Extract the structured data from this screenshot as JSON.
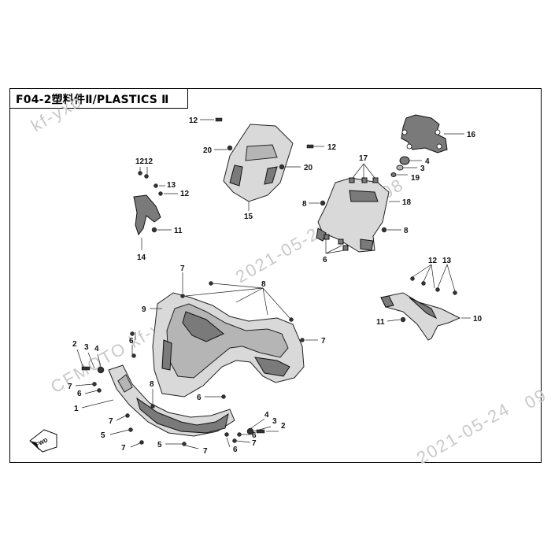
{
  "title": "F04-2塑料件Ⅱ/PLASTICS Ⅱ",
  "watermarks": [
    "kf-yxb",
    "2021-05-24 09:00:08",
    "CFMOTO kf-yxb",
    "2021-05-24",
    "09"
  ],
  "fwd_label": "FWD",
  "callouts": [
    {
      "id": "c12a",
      "text": "12"
    },
    {
      "id": "c20a",
      "text": "20"
    },
    {
      "id": "c12b",
      "text": "12"
    },
    {
      "id": "c20b",
      "text": "20"
    },
    {
      "id": "c15",
      "text": "15"
    },
    {
      "id": "c16",
      "text": "16"
    },
    {
      "id": "c4a",
      "text": "4"
    },
    {
      "id": "c3a",
      "text": "3"
    },
    {
      "id": "c19",
      "text": "19"
    },
    {
      "id": "c17",
      "text": "17"
    },
    {
      "id": "c18",
      "text": "18"
    },
    {
      "id": "c8a",
      "text": "8"
    },
    {
      "id": "c8b",
      "text": "8"
    },
    {
      "id": "c6a",
      "text": "6"
    },
    {
      "id": "c12c",
      "text": "12"
    },
    {
      "id": "c12d",
      "text": "12"
    },
    {
      "id": "c13a",
      "text": "13"
    },
    {
      "id": "c12e",
      "text": "12"
    },
    {
      "id": "c11a",
      "text": "11"
    },
    {
      "id": "c14",
      "text": "14"
    },
    {
      "id": "c7a",
      "text": "7"
    },
    {
      "id": "c8c",
      "text": "8"
    },
    {
      "id": "c9",
      "text": "9"
    },
    {
      "id": "c7b",
      "text": "7"
    },
    {
      "id": "c12f",
      "text": "12"
    },
    {
      "id": "c13b",
      "text": "13"
    },
    {
      "id": "c11b",
      "text": "11"
    },
    {
      "id": "c10",
      "text": "10"
    },
    {
      "id": "c2a",
      "text": "2"
    },
    {
      "id": "c3b",
      "text": "3"
    },
    {
      "id": "c4b",
      "text": "4"
    },
    {
      "id": "c6b",
      "text": "6"
    },
    {
      "id": "c6c",
      "text": "6"
    },
    {
      "id": "c7c",
      "text": "7"
    },
    {
      "id": "c1",
      "text": "1"
    },
    {
      "id": "c8d",
      "text": "8"
    },
    {
      "id": "c6d",
      "text": "6"
    },
    {
      "id": "c7d",
      "text": "7"
    },
    {
      "id": "c5a",
      "text": "5"
    },
    {
      "id": "c7e",
      "text": "7"
    },
    {
      "id": "c4c",
      "text": "4"
    },
    {
      "id": "c3c",
      "text": "3"
    },
    {
      "id": "c2b",
      "text": "2"
    },
    {
      "id": "c6e",
      "text": "6"
    },
    {
      "id": "c7f",
      "text": "7"
    },
    {
      "id": "c5b",
      "text": "5"
    },
    {
      "id": "c7g",
      "text": "7"
    },
    {
      "id": "c6f",
      "text": "6"
    }
  ]
}
